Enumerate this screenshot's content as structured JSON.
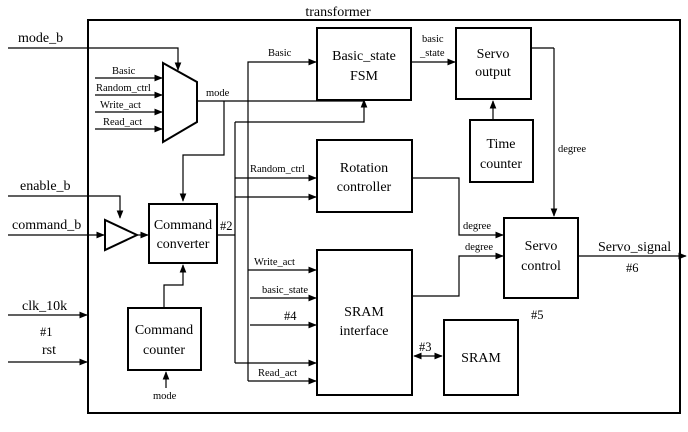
{
  "title": "transformer",
  "inputs": {
    "mode_b": "mode_b",
    "enable_b": "enable_b",
    "command_b": "command_b",
    "clk_10k": "clk_10k",
    "rst": "rst"
  },
  "output": "Servo_signal",
  "blocks": {
    "basic_state_fsm": [
      "Basic_state",
      "FSM"
    ],
    "servo_output": [
      "Servo",
      "output"
    ],
    "time_counter": [
      "Time",
      "counter"
    ],
    "rotation_controller": [
      "Rotation",
      "controller"
    ],
    "command_converter": [
      "Command",
      "converter"
    ],
    "command_counter": [
      "Command",
      "counter"
    ],
    "sram_interface": [
      "SRAM",
      "interface"
    ],
    "sram": "SRAM",
    "servo_control": [
      "Servo",
      "control"
    ]
  },
  "mux_inputs": [
    "Basic",
    "Random_ctrl",
    "Write_act",
    "Read_act"
  ],
  "signals": {
    "mode": "mode",
    "basic": "Basic",
    "basic_state": "basic\n_state",
    "random_ctrl": "Random_ctrl",
    "write_act": "Write_act",
    "basic_state_in": "basic_state",
    "read_act": "Read_act",
    "degree_time": "degree",
    "degree_rot": "degree",
    "degree_sram": "degree",
    "mode_bottom": "mode"
  },
  "labels": {
    "n1": "#1",
    "n2": "#2",
    "n3": "#3",
    "n4": "#4",
    "n5": "#5",
    "n6": "#6"
  }
}
